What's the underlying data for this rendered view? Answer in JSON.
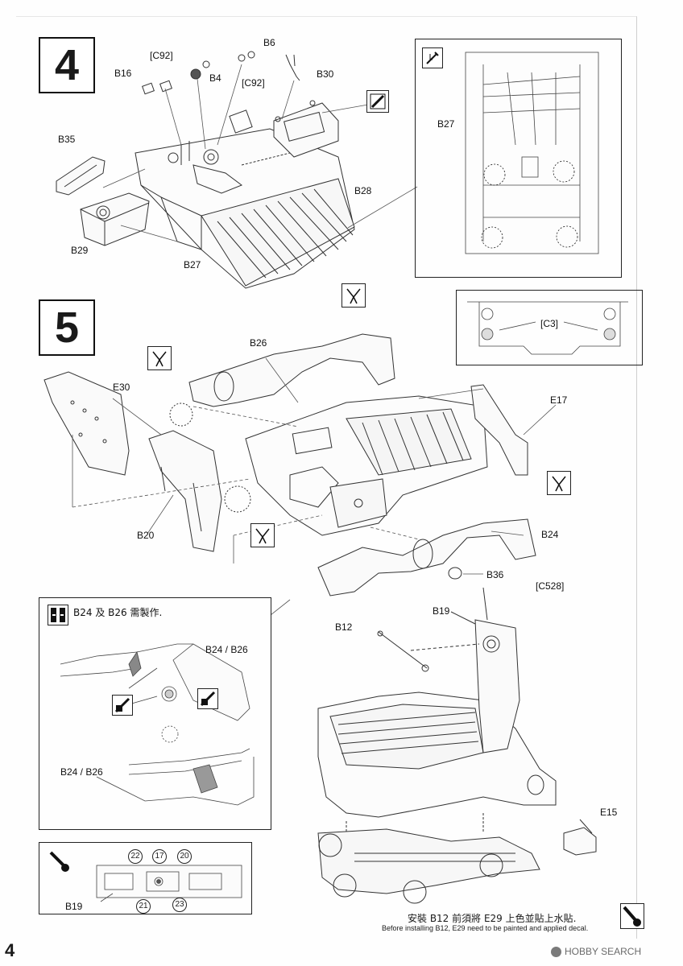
{
  "page": {
    "number": "4"
  },
  "step4": {
    "number": "4",
    "labels": {
      "c92_a": "[C92]",
      "b6": "B6",
      "b16": "B16",
      "b4": "B4",
      "c92_b": "[C92]",
      "b30": "B30",
      "b35": "B35",
      "b28": "B28",
      "b29": "B29",
      "b27": "B27"
    },
    "inset": {
      "b27": "B27"
    }
  },
  "step5": {
    "number": "5",
    "labels": {
      "b26": "B26",
      "e30": "E30",
      "e17": "E17",
      "b20": "B20",
      "b24": "B24",
      "b36": "B36"
    },
    "inset_c3": {
      "c3": "[C3]"
    },
    "detail": {
      "note": "B24 及 B26 需製作.",
      "b24b26_top": "B24 / B26",
      "b24b26_bottom": "B24 / B26"
    },
    "assembly": {
      "c528": "[C528]",
      "b19": "B19",
      "b12": "B12",
      "e15": "E15"
    },
    "decal_panel": {
      "b19": "B19",
      "decals": [
        "22",
        "17",
        "20",
        "21",
        "23"
      ]
    }
  },
  "footer": {
    "zh": "安裝 B12 前須將 E29 上色並貼上水貼.",
    "en": "Before installing B12, E29 need to be painted and applied decal."
  },
  "watermark": {
    "text": "HOBBY SEARCH"
  },
  "icons": [
    "cement-glue-icon",
    "nipper-cut-icon",
    "paint-brush-icon",
    "hand-make-icon"
  ]
}
